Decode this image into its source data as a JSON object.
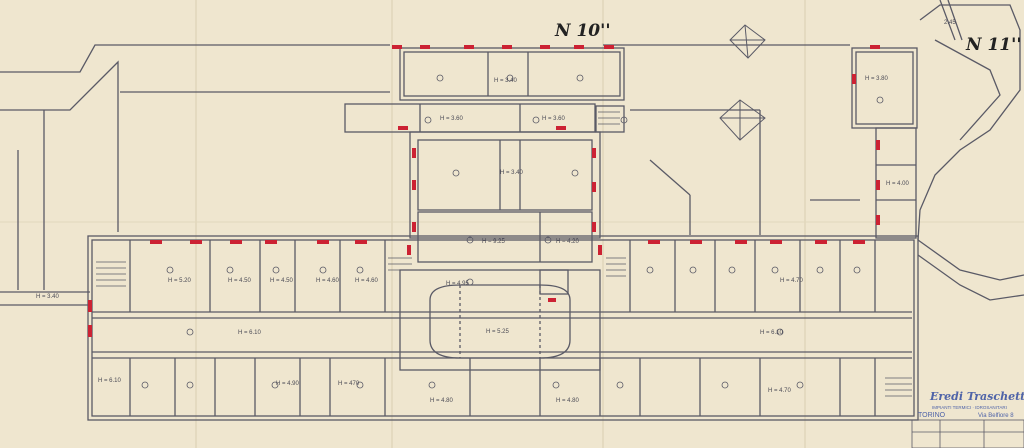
{
  "drawing": {
    "sheet_labels": {
      "n10": "N 10''",
      "n11": "N 11''"
    },
    "dimension_top_right": "2.45",
    "heights": {
      "h340_left": "H = 3.40",
      "h340_top": "H = 3.40",
      "h380": "H = 3.80",
      "h360a": "H = 3.60",
      "h360b": "H = 3.60",
      "h340_court": "H = 3.40",
      "h400": "H = 4.00",
      "h925": "H = 9.25",
      "h420": "H = 4.20",
      "h495": "H = 4.95",
      "h525": "H = 5.25",
      "h520": "H = 5.20",
      "h450a": "H = 4.50",
      "h450b": "H = 4.50",
      "h460": "H = 4.60",
      "h460b": "H = 4.60",
      "h470a": "H = 4.70",
      "h610a": "H = 6.10",
      "h610b": "H = 6.10",
      "h610c": "H = 6.10",
      "h490": "H = 4.90",
      "h470b": "H = 470",
      "h480a": "H = 4.80",
      "h480b": "H = 4.80",
      "h470c": "H = 4.70"
    },
    "stamp": {
      "firm": "Eredi Traschetti",
      "subtitle": "IMPIANTI TERMICI · IDROSANITARI",
      "city": "TORINO",
      "address": "Via Belfiore 8"
    },
    "colors": {
      "paper": "#efe6cf",
      "line": "#5a5a66",
      "radiator": "#cc2233",
      "stamp": "#4e63a8"
    }
  }
}
